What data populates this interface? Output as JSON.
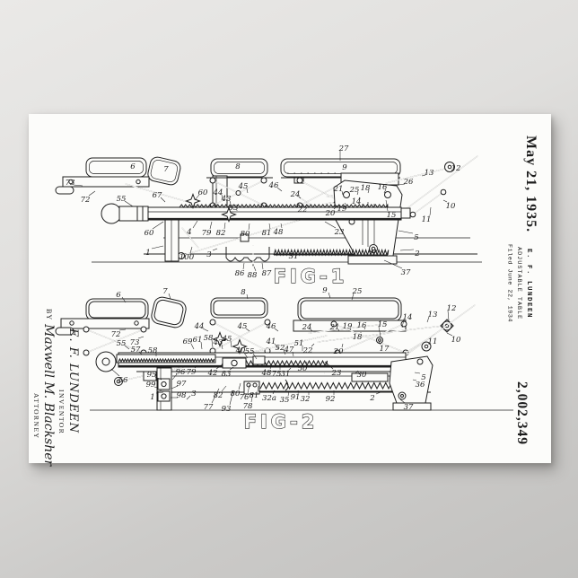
{
  "right_margin": {
    "date": "May 21, 1935.",
    "inventor": "E. F. LUNDEEN",
    "title": "ADJUSTABLE TABLE",
    "filed": "Filed June 22, 1934",
    "patent_number": "2,002,349"
  },
  "left_margin": {
    "inventor_script": "E. F. LUNDEEN",
    "inventor_caption": "INVENTOR",
    "by_label": "BY",
    "signature": "Maxwell M. Blacksher",
    "attorney_caption": "ATTORNEY"
  },
  "figures": [
    {
      "label": "FIG-1",
      "parts": [
        [
          "6",
          116,
          58
        ],
        [
          "7",
          153,
          61
        ],
        [
          "8",
          233,
          58
        ],
        [
          "9",
          352,
          59
        ],
        [
          "27",
          351,
          38,
          347,
          52
        ],
        [
          "73",
          46,
          76,
          60,
          80
        ],
        [
          "72",
          63,
          95,
          74,
          86
        ],
        [
          "55",
          103,
          94,
          116,
          103
        ],
        [
          "67",
          143,
          90,
          152,
          98
        ],
        [
          "60",
          194,
          87,
          185,
          96
        ],
        [
          "44",
          211,
          87,
          216,
          95
        ],
        [
          "43",
          220,
          94,
          225,
          100
        ],
        [
          "53",
          228,
          104,
          232,
          108
        ],
        [
          "45",
          239,
          80,
          244,
          88
        ],
        [
          "46",
          273,
          79,
          282,
          86
        ],
        [
          "24",
          297,
          89,
          303,
          94
        ],
        [
          "21",
          345,
          83,
          350,
          90
        ],
        [
          "25",
          363,
          84,
          366,
          90
        ],
        [
          "18",
          375,
          82,
          378,
          88
        ],
        [
          "16",
          394,
          81,
          396,
          88
        ],
        [
          "26",
          423,
          75,
          412,
          79
        ],
        [
          "13",
          446,
          65,
          438,
          69
        ],
        [
          "12",
          476,
          60,
          471,
          62
        ],
        [
          "10",
          470,
          102,
          462,
          96
        ],
        [
          "11",
          443,
          117,
          448,
          104
        ],
        [
          "22",
          305,
          106,
          312,
          102
        ],
        [
          "20",
          336,
          110,
          344,
          102
        ],
        [
          "19",
          349,
          105,
          352,
          99
        ],
        [
          "14",
          365,
          97,
          368,
          94
        ],
        [
          "15",
          404,
          112,
          398,
          96
        ],
        [
          "23",
          346,
          131,
          330,
          120
        ],
        [
          "5",
          432,
          137,
          412,
          130
        ],
        [
          "2",
          433,
          155,
          414,
          152
        ],
        [
          "37",
          420,
          176,
          396,
          163
        ],
        [
          "31",
          295,
          158,
          300,
          153
        ],
        [
          "60",
          134,
          132,
          150,
          120
        ],
        [
          "4",
          179,
          131,
          188,
          119
        ],
        [
          "79",
          198,
          132,
          204,
          120
        ],
        [
          "82",
          214,
          132,
          219,
          121
        ],
        [
          "80",
          241,
          133,
          246,
          122
        ],
        [
          "81",
          265,
          132,
          268,
          122
        ],
        [
          "48",
          278,
          131,
          281,
          122
        ],
        [
          "1",
          133,
          154,
          150,
          147
        ],
        [
          "100",
          176,
          159,
          182,
          148
        ],
        [
          "3",
          201,
          156,
          210,
          150
        ],
        [
          "86",
          235,
          177,
          240,
          166
        ],
        [
          "88",
          249,
          179,
          251,
          170
        ],
        [
          "87",
          265,
          177,
          260,
          166
        ]
      ]
    },
    {
      "label": "FIG-2",
      "parts": [
        [
          "6",
          100,
          201,
          108,
          210
        ],
        [
          "7",
          152,
          197,
          158,
          206
        ],
        [
          "8",
          239,
          198,
          244,
          206
        ],
        [
          "9",
          330,
          196,
          336,
          205
        ],
        [
          "25",
          366,
          197,
          360,
          207
        ],
        [
          "72",
          97,
          245,
          108,
          240
        ],
        [
          "73",
          118,
          254,
          128,
          248
        ],
        [
          "55",
          103,
          255,
          112,
          262
        ],
        [
          "57",
          119,
          262,
          126,
          268
        ],
        [
          "58",
          138,
          263,
          142,
          270
        ],
        [
          "56",
          105,
          296,
          92,
          284
        ],
        [
          "95",
          137,
          290,
          148,
          296
        ],
        [
          "99",
          136,
          301,
          144,
          305
        ],
        [
          "1",
          138,
          315,
          150,
          310
        ],
        [
          "96",
          169,
          287,
          160,
          296
        ],
        [
          "97",
          170,
          300,
          159,
          306
        ],
        [
          "98",
          170,
          313,
          158,
          316
        ],
        [
          "3",
          184,
          311,
          176,
          318
        ],
        [
          "79",
          181,
          287,
          188,
          280
        ],
        [
          "42",
          205,
          288,
          215,
          280
        ],
        [
          "69",
          177,
          253,
          184,
          262
        ],
        [
          "61",
          188,
          251,
          193,
          262
        ],
        [
          "58",
          200,
          249,
          205,
          260
        ],
        [
          "43",
          211,
          254,
          216,
          262
        ],
        [
          "45",
          221,
          250,
          226,
          260
        ],
        [
          "44",
          190,
          236,
          200,
          242
        ],
        [
          "45",
          238,
          236,
          246,
          242
        ],
        [
          "46",
          270,
          236,
          278,
          242
        ],
        [
          "40",
          236,
          263,
          244,
          272
        ],
        [
          "55",
          246,
          264,
          254,
          273
        ],
        [
          "41",
          270,
          253,
          278,
          262
        ],
        [
          "52",
          280,
          260,
          286,
          268
        ],
        [
          "47",
          290,
          262,
          295,
          270
        ],
        [
          "51",
          301,
          255,
          305,
          264
        ],
        [
          "50",
          305,
          283,
          310,
          276
        ],
        [
          "83",
          220,
          289,
          228,
          282
        ],
        [
          "48",
          265,
          288,
          270,
          281
        ],
        [
          "75",
          276,
          289,
          280,
          282
        ],
        [
          "31",
          286,
          289,
          292,
          283
        ],
        [
          "80",
          230,
          311,
          236,
          300
        ],
        [
          "76",
          240,
          315,
          246,
          302
        ],
        [
          "81",
          251,
          313,
          256,
          303
        ],
        [
          "82",
          211,
          313,
          220,
          303
        ],
        [
          "77",
          200,
          326,
          212,
          306
        ],
        [
          "93",
          220,
          328,
          228,
          308
        ],
        [
          "78",
          244,
          325,
          250,
          310
        ],
        [
          "32a",
          268,
          316,
          274,
          308
        ],
        [
          "35",
          285,
          318,
          290,
          309
        ],
        [
          "91",
          297,
          315,
          300,
          308
        ],
        [
          "32",
          308,
          317,
          312,
          309
        ],
        [
          "92",
          336,
          317,
          340,
          308
        ],
        [
          "2",
          383,
          316,
          392,
          310
        ],
        [
          "24",
          310,
          237,
          316,
          242
        ],
        [
          "21",
          341,
          237,
          346,
          242
        ],
        [
          "19",
          355,
          236,
          358,
          241
        ],
        [
          "16",
          371,
          235,
          374,
          240
        ],
        [
          "15",
          394,
          234,
          392,
          248
        ],
        [
          "14",
          422,
          226,
          416,
          238
        ],
        [
          "13",
          450,
          223,
          444,
          232
        ],
        [
          "12",
          471,
          216,
          468,
          230
        ],
        [
          "10",
          476,
          251,
          466,
          244
        ],
        [
          "11",
          450,
          253,
          446,
          257
        ],
        [
          "18",
          366,
          248,
          370,
          243
        ],
        [
          "20",
          345,
          264,
          350,
          256
        ],
        [
          "22",
          311,
          263,
          318,
          256
        ],
        [
          "17",
          396,
          261,
          390,
          254
        ],
        [
          "23",
          343,
          288,
          330,
          276
        ],
        [
          "30",
          371,
          290,
          364,
          289
        ],
        [
          "37",
          423,
          326,
          414,
          318
        ],
        [
          "5",
          440,
          293,
          430,
          288
        ],
        [
          "36",
          436,
          301,
          428,
          296
        ]
      ]
    }
  ]
}
